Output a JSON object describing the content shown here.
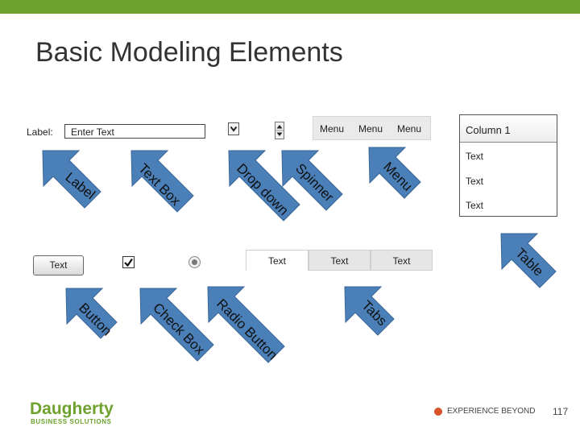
{
  "slide": {
    "title": "Basic Modeling Elements",
    "page_number": "117",
    "accent_color": "#6fa12e",
    "arrow_color": "#4a7fb8"
  },
  "widgets": {
    "label": "Label:",
    "textbox_value": "Enter Text",
    "dropdown_icon": "chevron-down-icon",
    "spinner_icon": "spinner-icon",
    "menu_items": [
      "Menu",
      "Menu",
      "Menu"
    ],
    "table_header": "Column 1",
    "table_rows": [
      "Text",
      "Text",
      "Text"
    ],
    "button_label": "Text",
    "checkbox_checked": true,
    "radio_selected": true,
    "tabs": [
      "Text",
      "Text",
      "Text"
    ]
  },
  "callouts": {
    "label": "Label",
    "text_box": "Text Box",
    "drop_down": "Drop down",
    "spinner": "Spinner",
    "menu": "Menu",
    "table": "Table",
    "button": "Button",
    "check_box": "Check Box",
    "radio_button": "Radio Button",
    "tabs": "Tabs"
  },
  "footer": {
    "brand": "Daugherty",
    "brand_sub": "BUSINESS SOLUTIONS",
    "tagline": "EXPERIENCE BEYOND"
  }
}
